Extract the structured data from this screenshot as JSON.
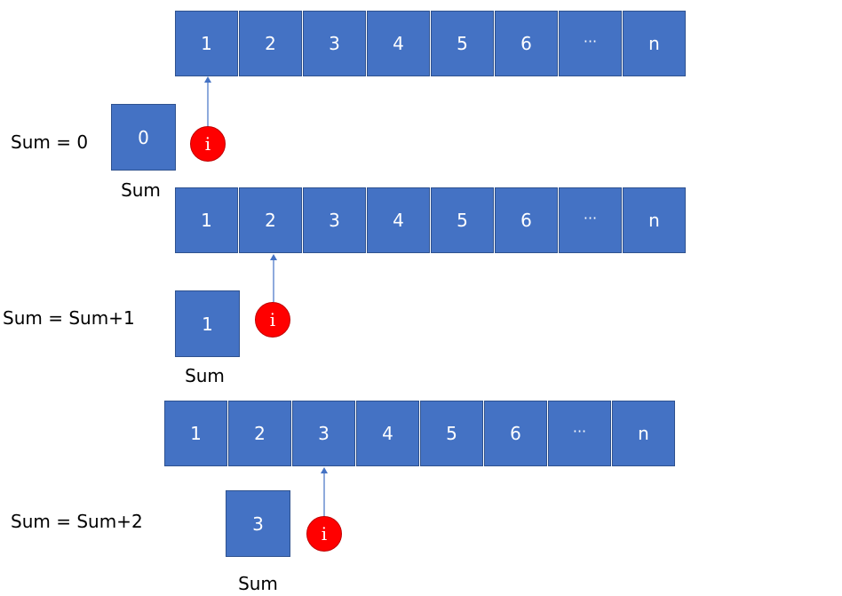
{
  "array_cells": [
    "1",
    "2",
    "3",
    "4",
    "5",
    "6",
    "···",
    "n"
  ],
  "pointer_label": "i",
  "sum_caption": "Sum",
  "steps": [
    {
      "formula": "Sum = 0",
      "sum_value": "0",
      "pointer_index": 0
    },
    {
      "formula": "Sum = Sum+1",
      "sum_value": "1",
      "pointer_index": 1
    },
    {
      "formula": "Sum = Sum+2",
      "sum_value": "3",
      "pointer_index": 2
    }
  ],
  "colors": {
    "cell_fill": "#4472c4",
    "cell_border": "#2f528f",
    "pointer_fill": "#ff0000",
    "arrow": "#4472c4"
  }
}
